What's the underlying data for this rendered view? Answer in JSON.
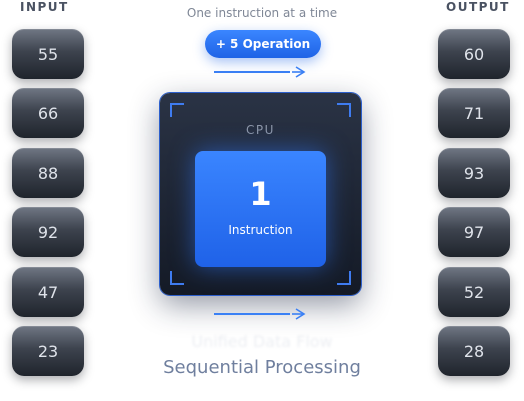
{
  "headers": {
    "input": "INPUT",
    "output": "OUTPUT"
  },
  "subtitle": "One instruction at a time",
  "operation": "+ 5 Operation",
  "cpu": {
    "label": "CPU",
    "count": "1",
    "unit": "Instruction"
  },
  "inputs": [
    "55",
    "66",
    "88",
    "92",
    "47",
    "23"
  ],
  "outputs": [
    "60",
    "71",
    "93",
    "97",
    "52",
    "28"
  ],
  "ghost_text": "Unified Data Flow",
  "caption": "Sequential Processing",
  "colors": {
    "accent": "#2f75f6",
    "tile_dark": "#2a2f38",
    "cpu_bg": "#1a2130"
  }
}
